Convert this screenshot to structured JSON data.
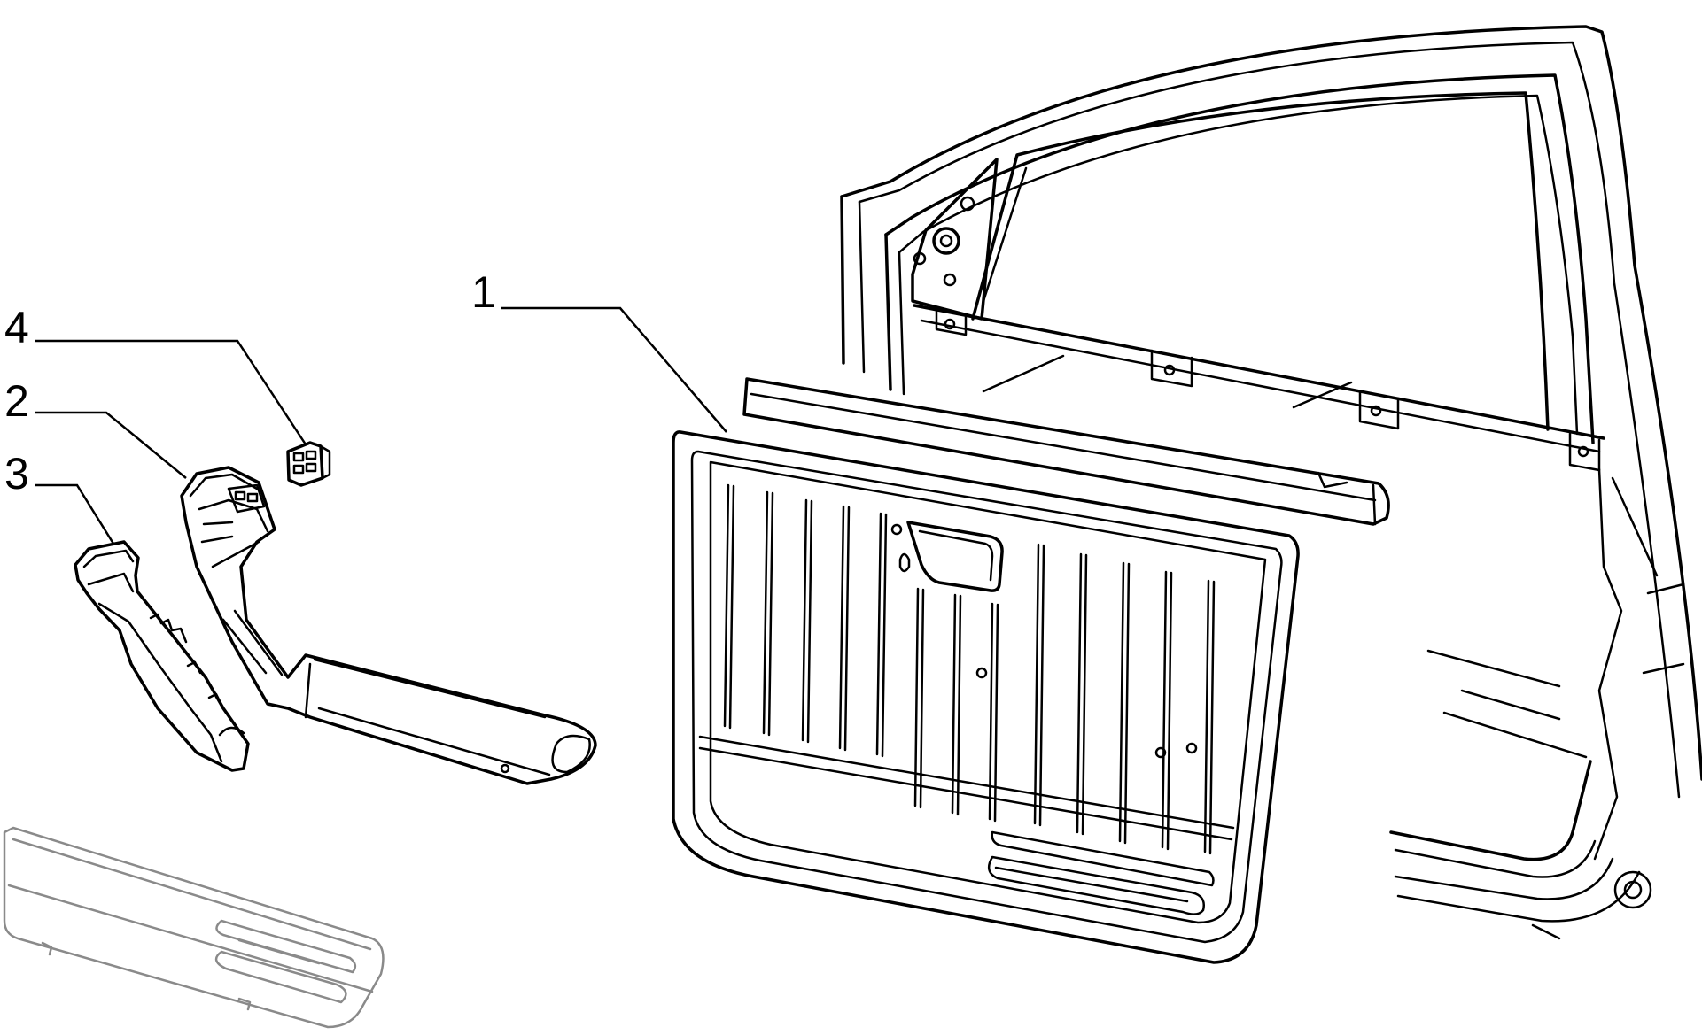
{
  "diagram": {
    "type": "exploded-parts-view",
    "callouts": [
      {
        "id": "callout-1",
        "label": "1"
      },
      {
        "id": "callout-2",
        "label": "2"
      },
      {
        "id": "callout-3",
        "label": "3"
      },
      {
        "id": "callout-4",
        "label": "4"
      }
    ]
  },
  "colors": {
    "ink": "#000000",
    "ghost": "#8a8a8a",
    "background": "#ffffff"
  }
}
